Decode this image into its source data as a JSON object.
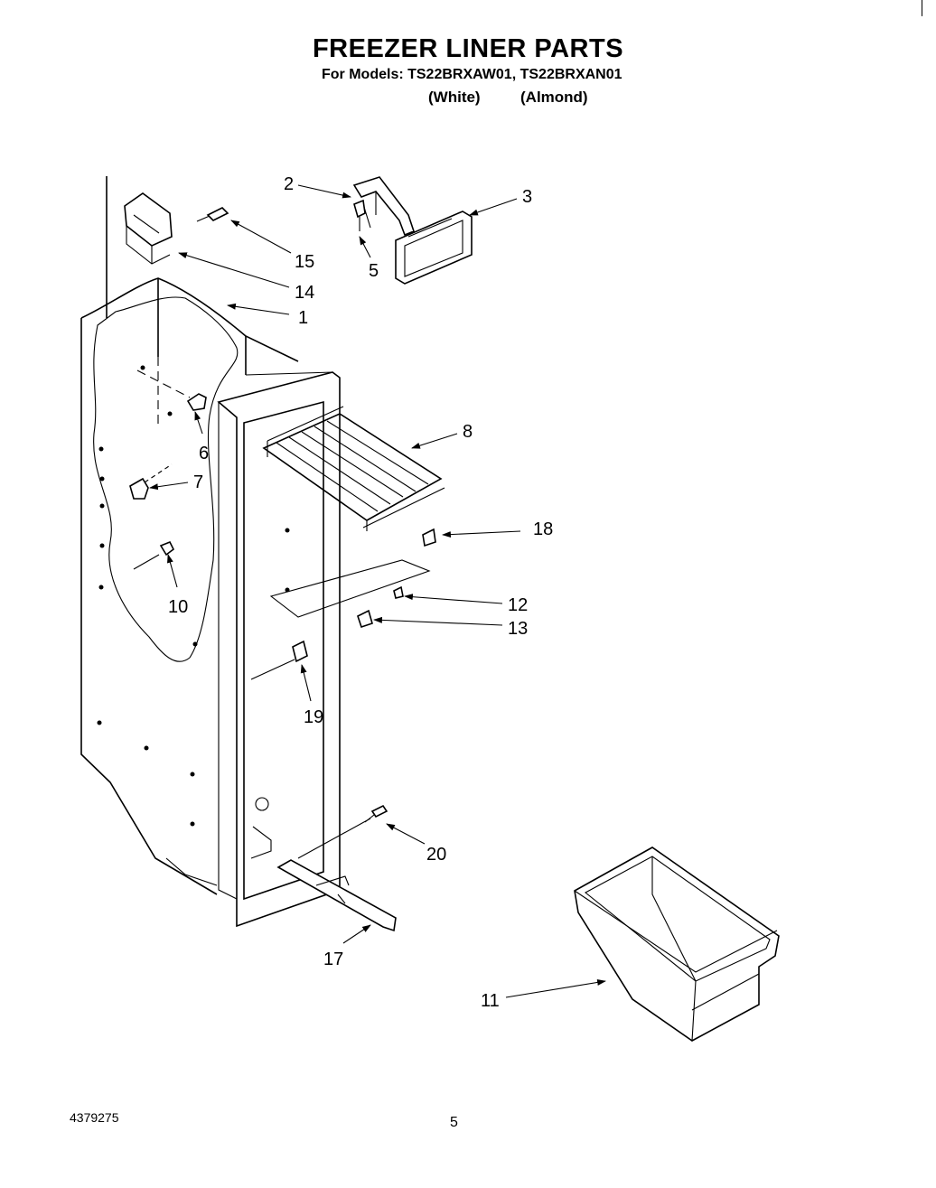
{
  "header": {
    "title": "FREEZER LINER PARTS",
    "models": "For Models: TS22BRXAW01, TS22BRXAN01",
    "variant_1": "(White)",
    "variant_2": "(Almond)"
  },
  "footer": {
    "doc_number": "4379275",
    "page_number": "5"
  },
  "callouts": {
    "c1": "1",
    "c2": "2",
    "c3": "3",
    "c5": "5",
    "c6": "6",
    "c7": "7",
    "c8": "8",
    "c10": "10",
    "c11": "11",
    "c12": "12",
    "c13": "13",
    "c14": "14",
    "c15": "15",
    "c17": "17",
    "c18": "18",
    "c19": "19",
    "c20": "20"
  }
}
